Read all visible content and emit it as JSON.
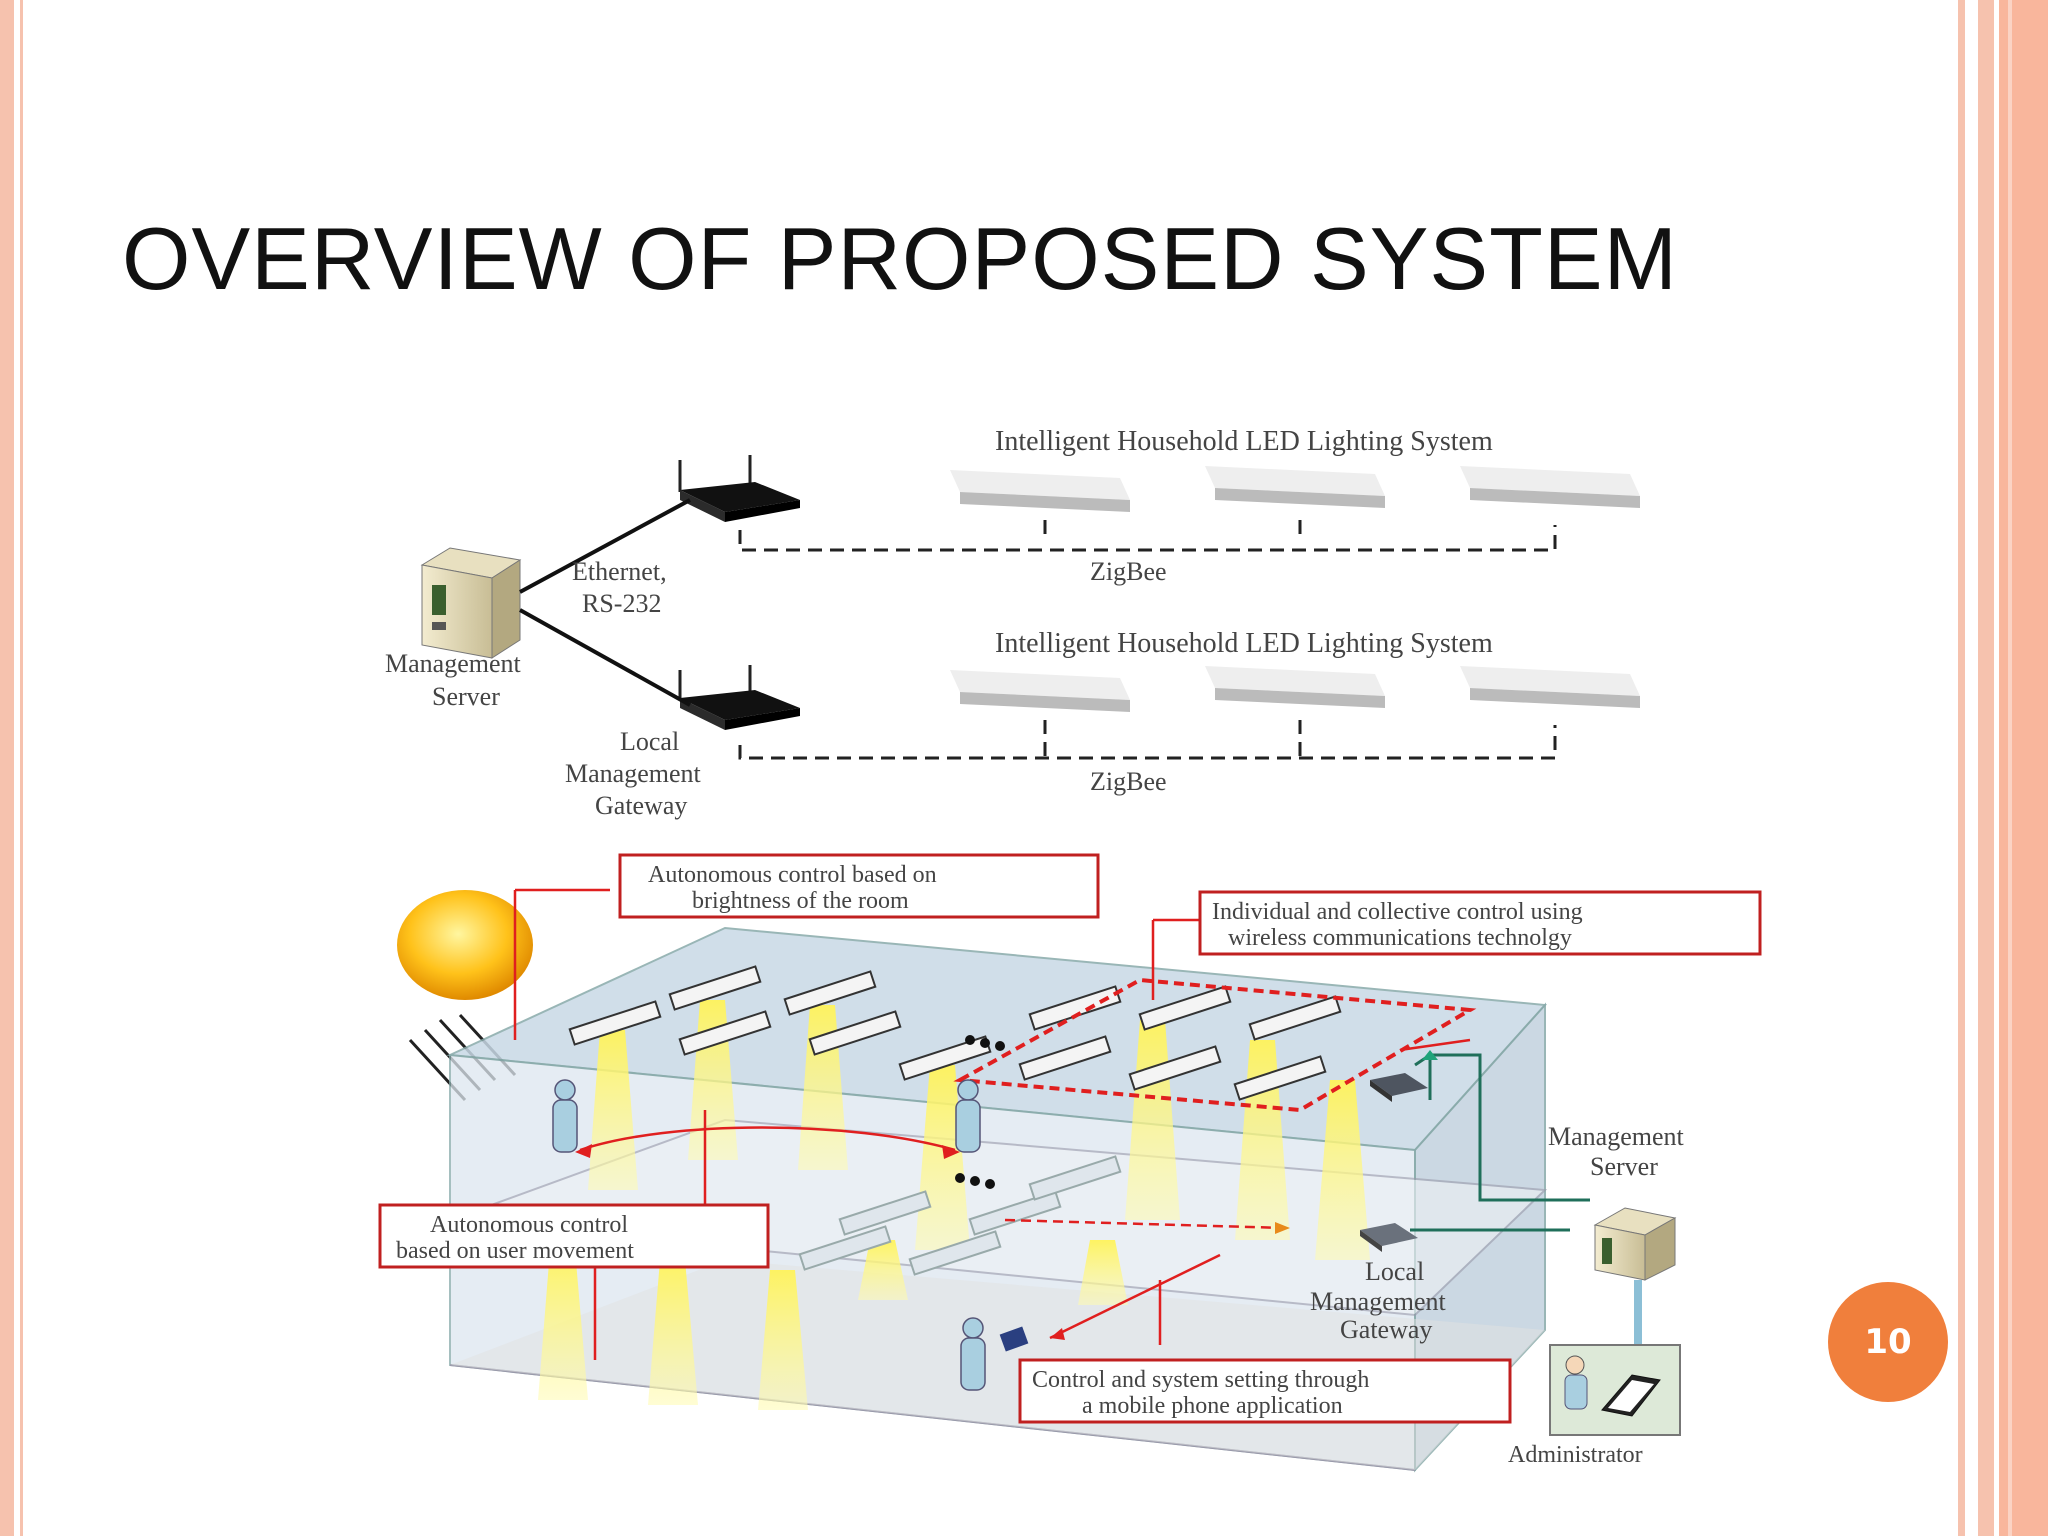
{
  "slide": {
    "title": "OVERVIEW OF PROPOSED SYSTEM",
    "page_number": "10"
  },
  "diagram": {
    "top": {
      "system_label_1": "Intelligent Household LED Lighting System",
      "system_label_2": "Intelligent Household LED Lighting System",
      "zigbee_1": "ZigBee",
      "zigbee_2": "ZigBee",
      "ethernet_1": "Ethernet,",
      "ethernet_2": "RS-232",
      "server_1": "Management",
      "server_2": "Server",
      "gateway_1": "Local",
      "gateway_2": "Management",
      "gateway_3": "Gateway"
    },
    "bottom": {
      "brightness_1": "Autonomous control based on",
      "brightness_2": "brightness of the room",
      "wireless_1": "Individual and collective control using",
      "wireless_2": "wireless communications technolgy",
      "movement_1": "Autonomous control",
      "movement_2": "based on user movement",
      "mobile_1": "Control and system setting through",
      "mobile_2": "a mobile phone application",
      "server_1": "Management",
      "server_2": "Server",
      "gateway_1": "Local",
      "gateway_2": "Management",
      "gateway_3": "Gateway",
      "admin": "Administrator"
    }
  }
}
